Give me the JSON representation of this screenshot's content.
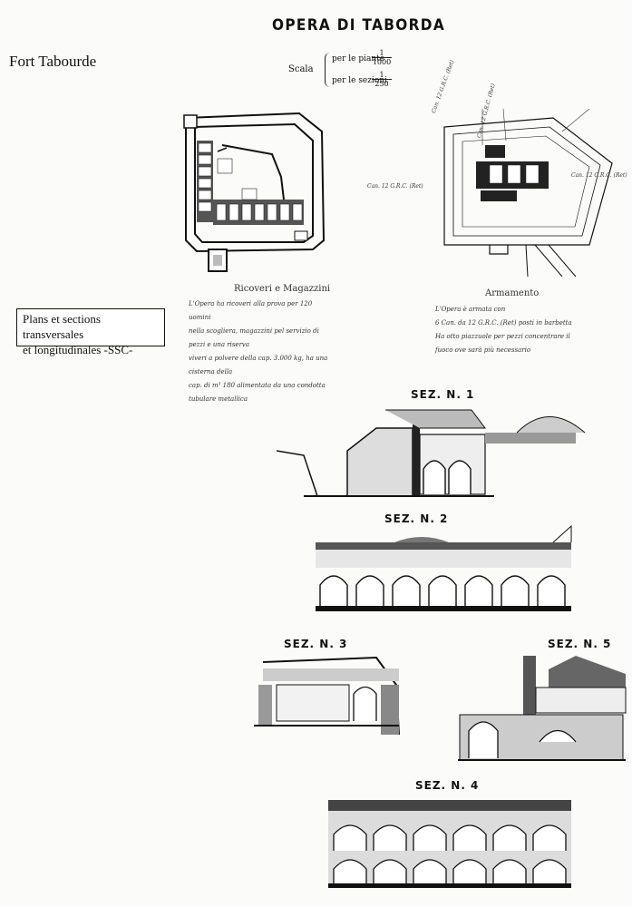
{
  "header": {
    "title": "OPERA DI TABORDA",
    "fort_name": "Fort Tabourde"
  },
  "scale": {
    "label": "Scala",
    "plans": "per le piante",
    "plans_num": "1",
    "plans_den": "1000",
    "sections": "per le sezioni",
    "sections_num": "1",
    "sections_den": "250"
  },
  "caption": {
    "line1": "Plans et sections transversales",
    "line2": "et longitudinales -SSC-"
  },
  "left_plan": {
    "heading": "Ricoveri e Magazzini",
    "text": [
      "L'Opera ha ricoveri alla prova per 120 uomini",
      "nella scogliera, magazzini pel servizio di pezzi e una riserva",
      "viveri a polvere della cap. 3.000 kg, ha una cisterna della",
      "cap. di m³ 180 alimentata da una condotta tubulare metallica"
    ]
  },
  "right_plan": {
    "heading": "Armamento",
    "text": [
      "L'Opera è armata con",
      "6 Can. da 12 G.R.C. (Ret) posti in barbetta",
      "Ha otto piazzuole per pezzi concentrare il",
      "fuoco ove sarà più necessario"
    ],
    "gun_labels": [
      "Can. 12 G.R.C. (Ret)",
      "Can. 12 G.R.C. (Ret)",
      "Can. 12 G.R.C. (Ret)",
      "Can. 12 G.R.C. (Ret)"
    ]
  },
  "sections": {
    "s1": "SEZ. N. 1",
    "s2": "SEZ. N. 2",
    "s3": "SEZ. N. 3",
    "s4": "SEZ. N. 4",
    "s5": "SEZ. N. 5"
  }
}
